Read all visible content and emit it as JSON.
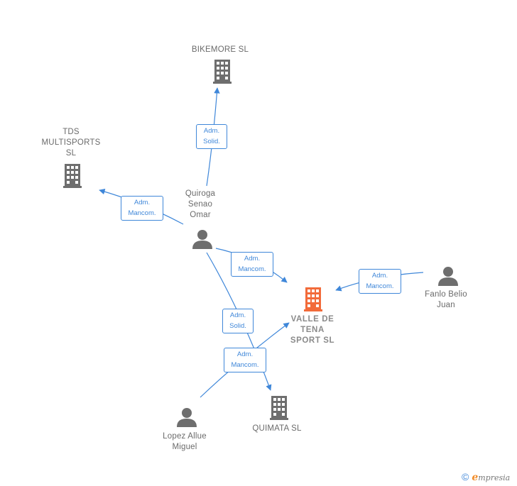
{
  "colors": {
    "edge": "#3f87d9",
    "company": "#6e6e6e",
    "main_company": "#f26b3a",
    "person": "#6e6e6e"
  },
  "nodes": {
    "bikemore": {
      "label": "BIKEMORE  SL",
      "icon": "building-icon"
    },
    "tds": {
      "label": "TDS\nMULTISPORTS\nSL",
      "icon": "building-icon"
    },
    "quiroga": {
      "label": "Quiroga\nSenao\nOmar",
      "icon": "person-icon"
    },
    "valle": {
      "label": "VALLE DE\nTENA\nSPORT  SL",
      "icon": "building-icon"
    },
    "fanlo": {
      "label": "Fanlo Belio\nJuan",
      "icon": "person-icon"
    },
    "quimata": {
      "label": "QUIMATA  SL",
      "icon": "building-icon"
    },
    "lopez": {
      "label": "Lopez Allue\nMiguel",
      "icon": "person-icon"
    }
  },
  "edges": {
    "e1": {
      "line1": "Adm.",
      "line2": "Solid."
    },
    "e2": {
      "line1": "Adm.",
      "line2": "Mancom."
    },
    "e3": {
      "line1": "Adm.",
      "line2": "Mancom."
    },
    "e4": {
      "line1": "Adm.",
      "line2": "Mancom."
    },
    "e5": {
      "line1": "Adm.",
      "line2": "Solid."
    },
    "e6": {
      "line1": "Adm.",
      "line2": "Mancom."
    }
  },
  "footer": {
    "copyright": "©",
    "brand_initial": "e",
    "brand_rest": "mpresia"
  }
}
